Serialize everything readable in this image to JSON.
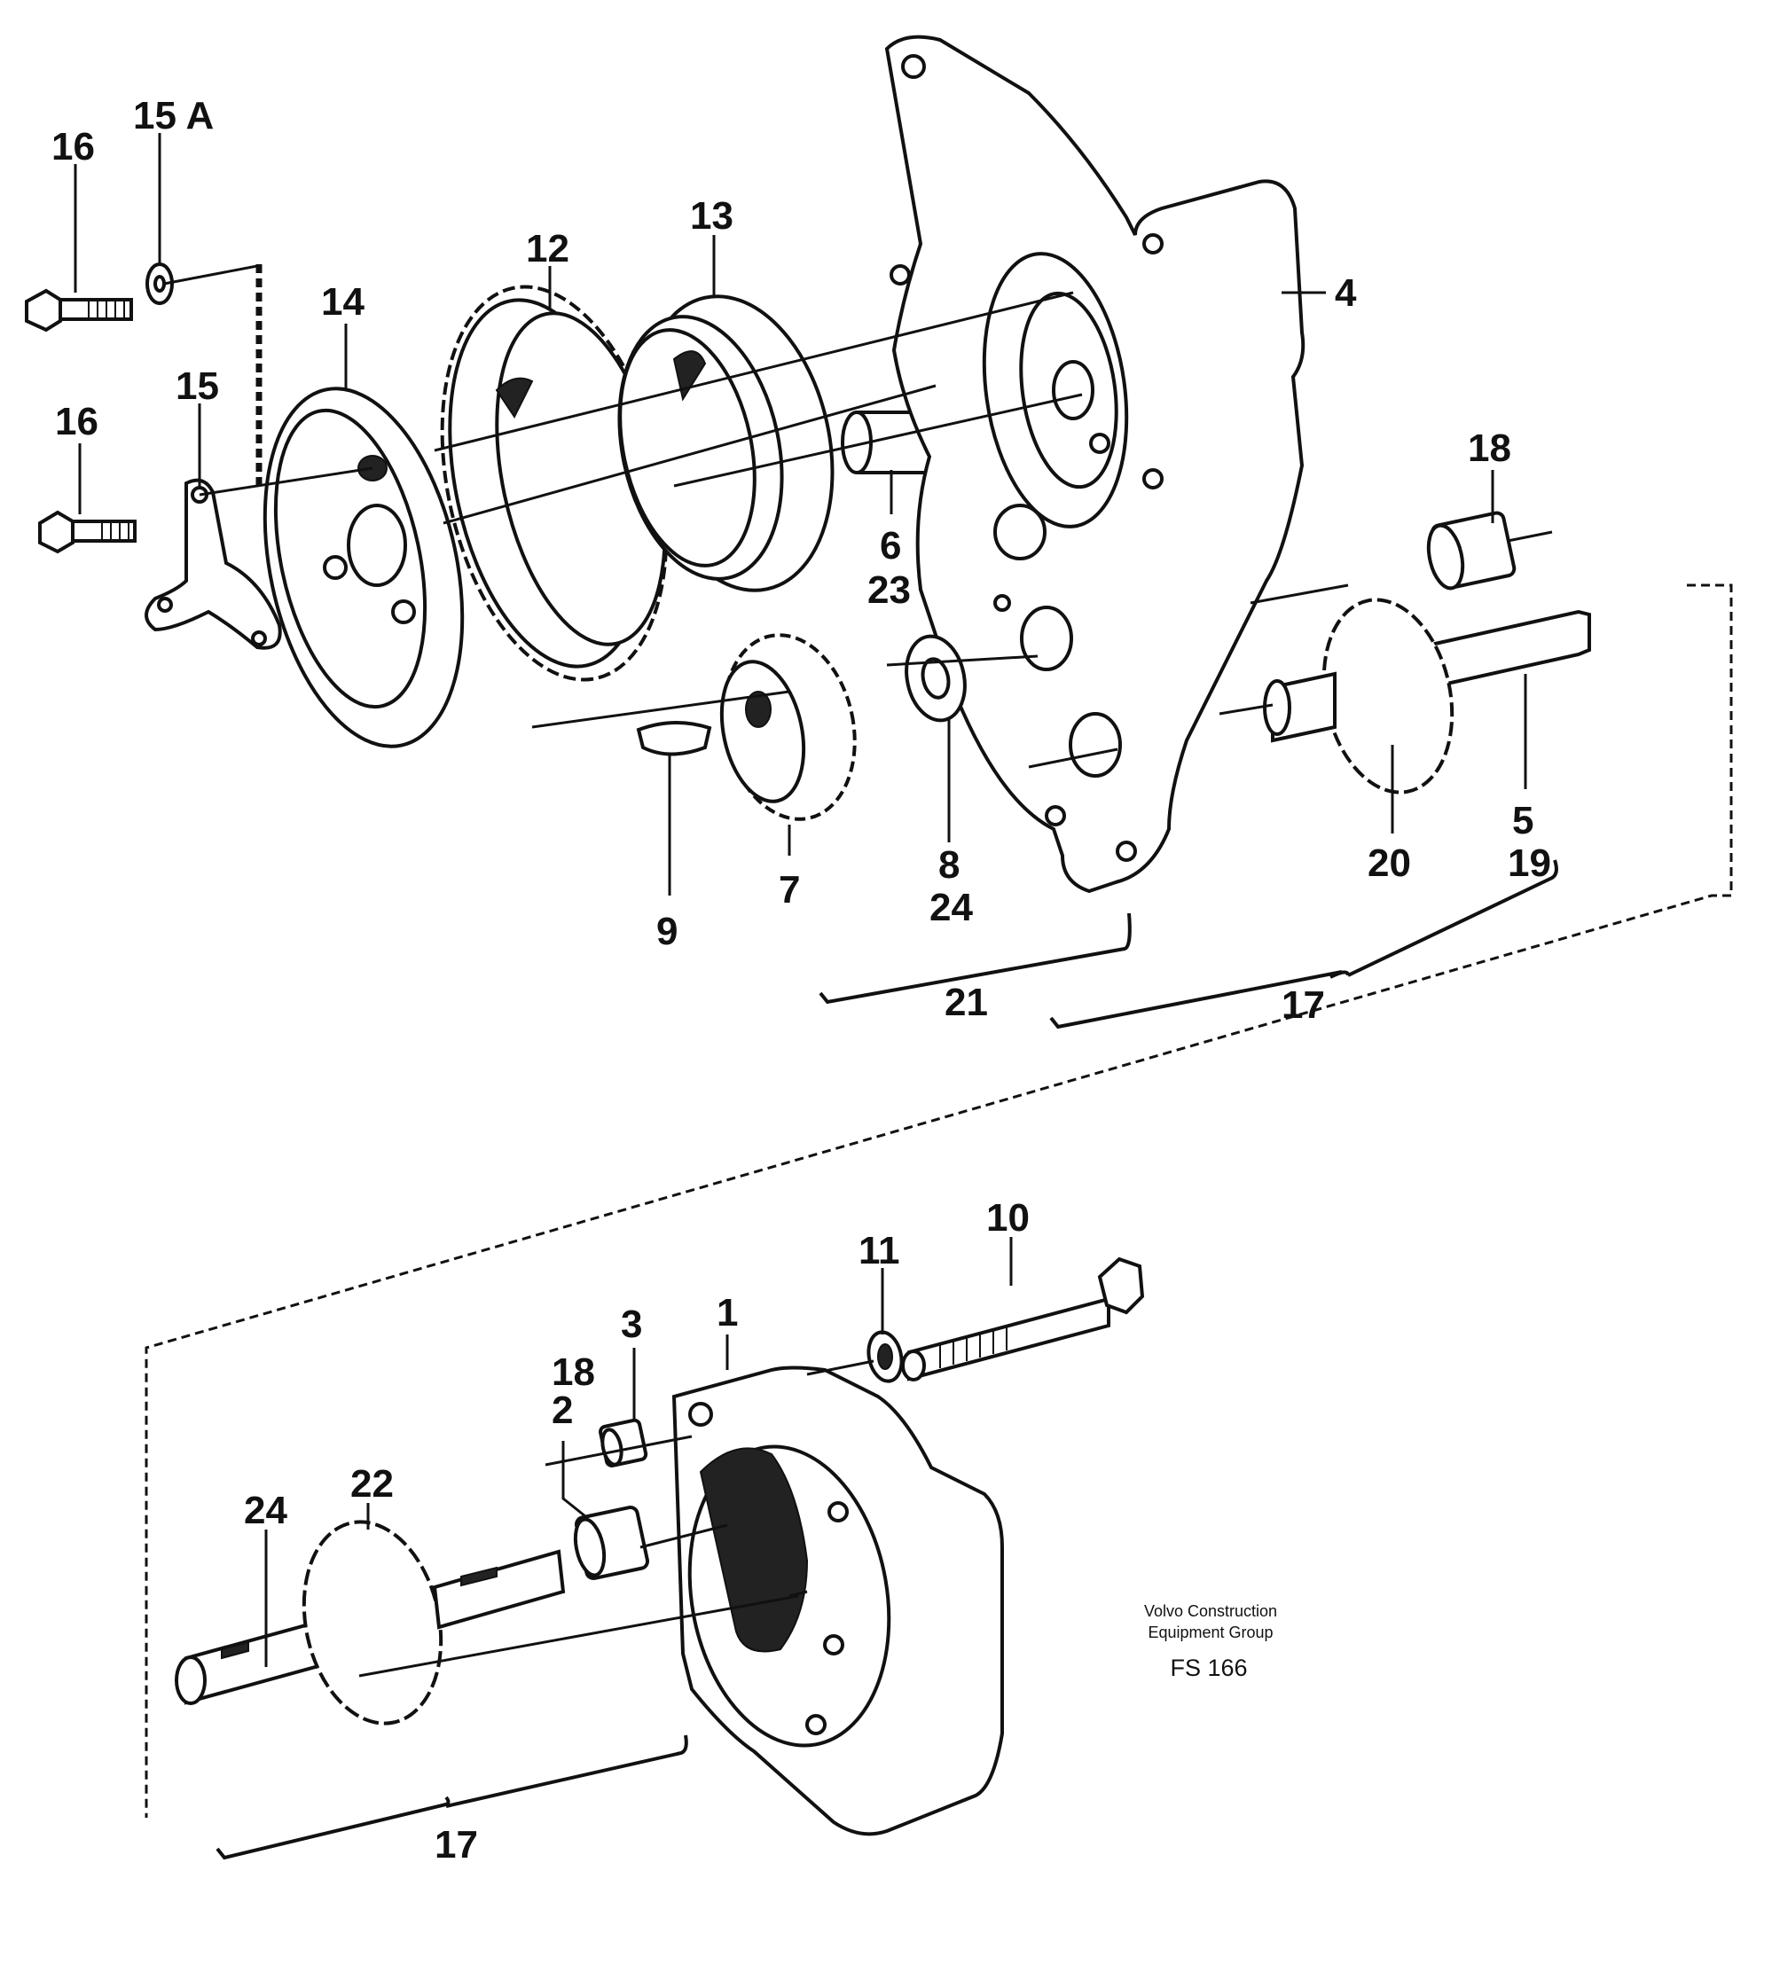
{
  "labels": {
    "l16a": "16",
    "l15a": "15 A",
    "l16b": "16",
    "l15": "15",
    "l14": "14",
    "l12": "12",
    "l13": "13",
    "l4": "4",
    "l6": "6",
    "l23": "23",
    "l18a": "18",
    "l9": "9",
    "l7": "7",
    "l8": "8",
    "l24a": "24",
    "l20": "20",
    "l5": "5",
    "l19": "19",
    "l21": "21",
    "l17a": "17",
    "l10": "10",
    "l11": "11",
    "l3": "3",
    "l1": "1",
    "l18b": "18",
    "l2": "2",
    "l22": "22",
    "l24b": "24",
    "l17b": "17"
  },
  "caption": {
    "line1": "Volvo Construction",
    "line2": "Equipment Group",
    "code": "FS 166"
  }
}
